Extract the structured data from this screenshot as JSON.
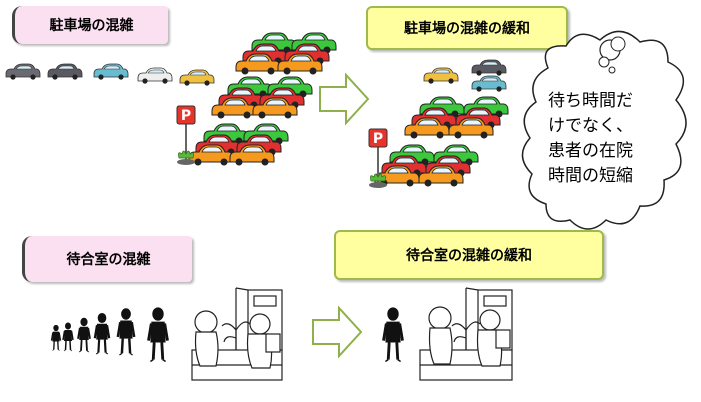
{
  "parking_congestion_label": "駐車場の混雑",
  "parking_relief_label": "駐車場の混雑の緩和",
  "waiting_congestion_label": "待合室の混雑",
  "waiting_relief_label": "待合室の混雑の緩和",
  "bubble": {
    "lines": [
      "待ち時間だ",
      "けでなく、",
      "患者の在院",
      "時間の短縮"
    ]
  },
  "colors": {
    "pink_box": "#fbe0f1",
    "yellow_box": "#ffffa0",
    "arrow_stroke": "#8fb04a",
    "car_green": "#3cc83c",
    "car_red": "#e03030",
    "car_orange": "#f59a1e",
    "parking_sign": "#e8332a"
  }
}
